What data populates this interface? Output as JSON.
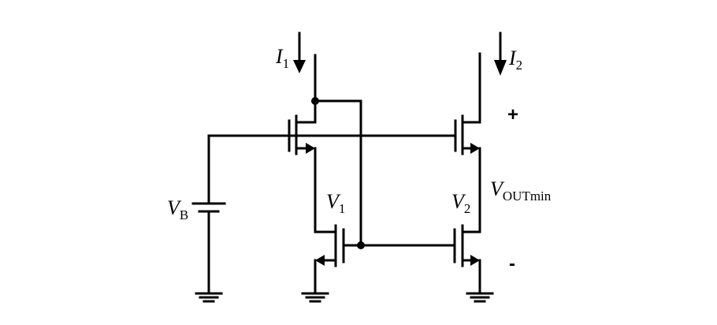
{
  "labels": {
    "i1": {
      "main": "I",
      "sub": "1"
    },
    "i2": {
      "main": "I",
      "sub": "2"
    },
    "vb": {
      "main": "V",
      "sub": "B"
    },
    "v1": {
      "main": "V",
      "sub": "1"
    },
    "v2": {
      "main": "V",
      "sub": "2"
    },
    "vout": {
      "main": "V",
      "sub": "OUTmin"
    },
    "plus": "+",
    "minus": "-"
  }
}
